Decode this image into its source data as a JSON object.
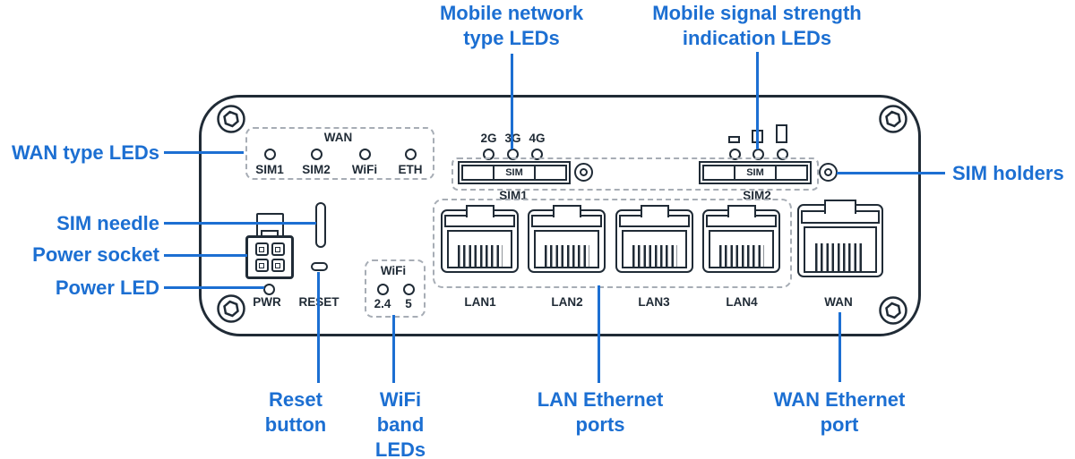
{
  "colors": {
    "accent_blue": "#1c6fd2",
    "line_ink": "#202b36",
    "dash_gray": "#a7adb5"
  },
  "callouts": {
    "mobile_network_type_leds": {
      "lines": [
        "Mobile network",
        "type LEDs"
      ]
    },
    "mobile_signal_strength_leds": {
      "lines": [
        "Mobile signal strength",
        "indication LEDs"
      ]
    },
    "wan_type_leds": {
      "lines": [
        "WAN type LEDs"
      ]
    },
    "sim_needle": {
      "lines": [
        "SIM needle"
      ]
    },
    "power_socket": {
      "lines": [
        "Power socket"
      ]
    },
    "power_led": {
      "lines": [
        "Power LED"
      ]
    },
    "sim_holders": {
      "lines": [
        "SIM holders"
      ]
    },
    "reset_button": {
      "lines": [
        "Reset",
        "button"
      ]
    },
    "wifi_band_leds": {
      "lines": [
        "WiFi",
        "band",
        "LEDs"
      ]
    },
    "lan_ethernet_ports": {
      "lines": [
        "LAN Ethernet",
        "ports"
      ]
    },
    "wan_ethernet_port": {
      "lines": [
        "WAN Ethernet",
        "port"
      ]
    }
  },
  "device": {
    "wan_led_group": {
      "title": "WAN",
      "leds": [
        {
          "label": "SIM1"
        },
        {
          "label": "SIM2"
        },
        {
          "label": "WiFi"
        },
        {
          "label": "ETH"
        }
      ]
    },
    "mobile_network_leds": {
      "leds": [
        {
          "label": "2G"
        },
        {
          "label": "3G"
        },
        {
          "label": "4G"
        }
      ]
    },
    "sim_holders": {
      "sim1": {
        "slot_label": "SIM",
        "caption": "SIM1"
      },
      "sim2": {
        "slot_label": "SIM",
        "caption": "SIM2"
      }
    },
    "power_led_label": "PWR",
    "reset_label": "RESET",
    "wifi_led_group": {
      "title": "WiFi",
      "leds": [
        {
          "label": "2.4"
        },
        {
          "label": "5"
        }
      ]
    },
    "port_labels": {
      "lan": [
        "LAN1",
        "LAN2",
        "LAN3",
        "LAN4"
      ],
      "wan": "WAN"
    }
  }
}
